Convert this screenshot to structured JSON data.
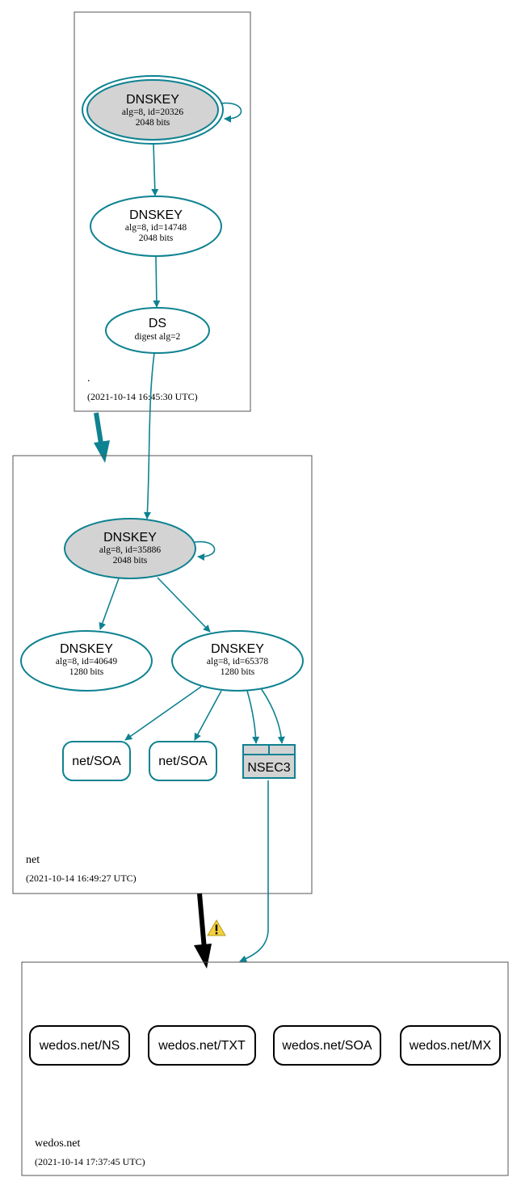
{
  "zones": {
    "root": {
      "name": ".",
      "timestamp": "(2021-10-14 16:45:30 UTC)"
    },
    "net": {
      "name": "net",
      "timestamp": "(2021-10-14 16:49:27 UTC)"
    },
    "wedos": {
      "name": "wedos.net",
      "timestamp": "(2021-10-14 17:37:45 UTC)"
    }
  },
  "root_nodes": {
    "ksk": {
      "title": "DNSKEY",
      "line1": "alg=8, id=20326",
      "line2": "2048 bits"
    },
    "zsk": {
      "title": "DNSKEY",
      "line1": "alg=8, id=14748",
      "line2": "2048 bits"
    },
    "ds": {
      "title": "DS",
      "line1": "digest alg=2"
    }
  },
  "net_nodes": {
    "ksk": {
      "title": "DNSKEY",
      "line1": "alg=8, id=35886",
      "line2": "2048 bits"
    },
    "zsk1": {
      "title": "DNSKEY",
      "line1": "alg=8, id=40649",
      "line2": "1280 bits"
    },
    "zsk2": {
      "title": "DNSKEY",
      "line1": "alg=8, id=65378",
      "line2": "1280 bits"
    },
    "soa1": {
      "label": "net/SOA"
    },
    "soa2": {
      "label": "net/SOA"
    },
    "nsec3": {
      "label": "NSEC3"
    }
  },
  "wedos_records": [
    {
      "label": "wedos.net/NS"
    },
    {
      "label": "wedos.net/TXT"
    },
    {
      "label": "wedos.net/SOA"
    },
    {
      "label": "wedos.net/MX"
    }
  ],
  "icons": {
    "warning": "warning-icon"
  },
  "colors": {
    "edge": "#0e8291",
    "node_fill": "#d3d3d3",
    "delegation_black": "#000000",
    "warning": "#f4d03f"
  }
}
